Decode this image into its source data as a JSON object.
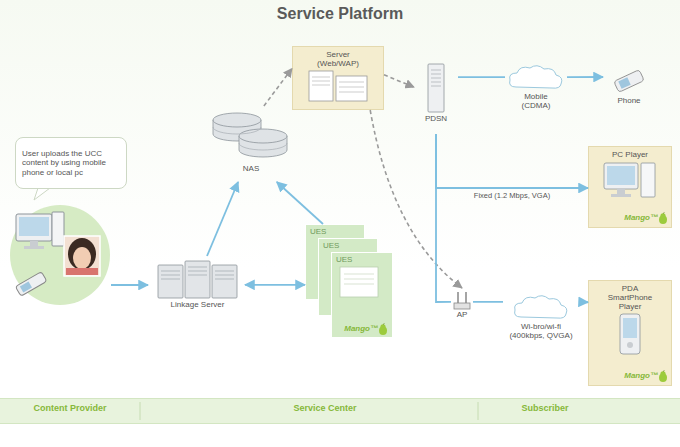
{
  "diagram": {
    "title": "Service Platform",
    "nodes": [
      {
        "text": [
          "User uploads the UCC content by using mobile phone or local pc"
        ]
      },
      {
        "text": [
          "NAS"
        ]
      },
      {
        "text": [
          "Server (Web/WAP)"
        ]
      },
      {
        "text": [
          "PDSN"
        ]
      },
      {
        "text": [
          "Mobile (CDMA)"
        ]
      },
      {
        "text": [
          "Phone"
        ]
      },
      {
        "text": [
          "Linkage Server"
        ]
      },
      {
        "text": [
          "UES"
        ]
      },
      {
        "text": [
          "UES"
        ]
      },
      {
        "text": [
          "UES",
          "Mango™"
        ]
      },
      {
        "text": [
          "PC Player",
          "Mango™"
        ]
      },
      {
        "text": [
          "AP"
        ]
      },
      {
        "text": [
          "Wi-bro/wi-fi (400kbps, QVGA)"
        ]
      },
      {
        "text": [
          "PDA SmartPhone Player",
          "Mango™"
        ]
      }
    ],
    "edges": [
      {
        "from": 6,
        "to": 1,
        "arrow": "to"
      },
      {
        "from": 6,
        "to": 7,
        "arrow": "both"
      },
      {
        "from": 7,
        "to": 1,
        "arrow": "to"
      },
      {
        "from": 1,
        "to": 2,
        "arrow": "to"
      },
      {
        "from": 2,
        "to": 3,
        "arrow": "to"
      },
      {
        "from": 2,
        "to": 11,
        "arrow": "to"
      },
      {
        "from": 3,
        "to": 4,
        "arrow": "none"
      },
      {
        "from": 4,
        "to": 5,
        "arrow": "to"
      },
      {
        "from": 3,
        "to": 10,
        "label": "Fixed (1.2 Mbps, VGA)",
        "arrow": "to"
      },
      {
        "from": 3,
        "to": 11,
        "arrow": "none"
      },
      {
        "from": 11,
        "to": 12,
        "arrow": "none"
      },
      {
        "from": 12,
        "to": 13,
        "arrow": "to"
      }
    ],
    "labels": [
      "Content Provider",
      "Service Center",
      "Subscriber"
    ]
  }
}
